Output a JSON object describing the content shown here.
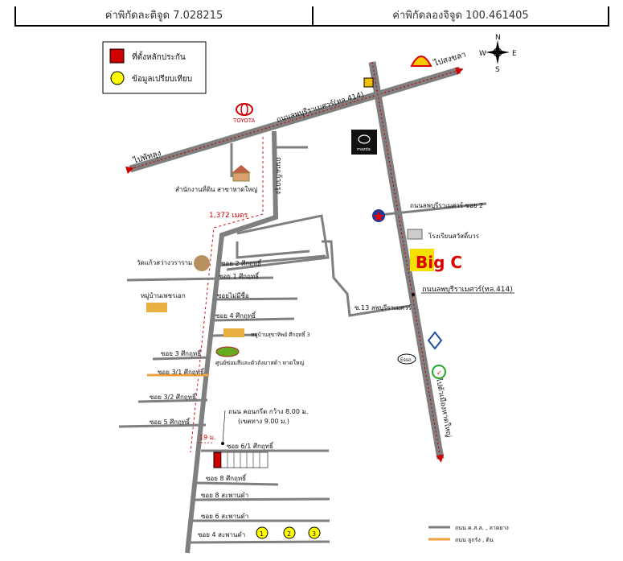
{
  "header": {
    "latitude": "ค่าพิกัดละติจูด 7.028215",
    "longitude": "ค่าพิกัดลองจิจูด 100.461405"
  },
  "legend": {
    "collateral": "ที่ตั้งหลักประกัน",
    "comparable": "ข้อมูลเปรียบเทียบ"
  },
  "compass": {
    "n": "N",
    "s": "S",
    "e": "E",
    "w": "W"
  },
  "roads": {
    "main414": "ถนนลพบุรีราเมศวร์(ทล.414)",
    "main414_east": "ถนนลพบุรีราเมศวร์(ทล.414)",
    "to_songkhla": "ไปสงขลา",
    "to_phatthalung": "ไปพัทลุง",
    "to_hatyai": "ไปตัวเมืองหาดใหญ่",
    "krue_road": "ถนนเก้ากรุง",
    "soi2_east": "ถนนลพบุรีราเมศวร์ ซอย 2",
    "soi13": "ซ.13 ลพบุรีราเมศวร์",
    "concrete_note1": "ถนน คอนกรีต กว้าง 8.00 ม.",
    "concrete_note2": "(เขตทาง 9.00 ม.)",
    "distance": "1,372 เมตร",
    "distance2": "19 ม."
  },
  "sois": [
    "ซอย 2 ศึกฤทธิ์",
    "ซอย 1 ศึกฤทธิ์",
    "ซอยไม่มีชื่อ",
    "ซอย 4 ศึกฤทธิ์",
    "ซอย 3 ศึกฤทธิ์",
    "ซอย 3/1 ศึกฤทธิ์",
    "ซอย 3/2 ศึกฤทธิ์",
    "ซอย 5 ศึกฤทธิ์",
    "ซอย 6/1 ศึกฤทธิ์",
    "ซอย 8 ศึกฤทธิ์",
    "ซอย 8 สะพานดำ",
    "ซอย 6 สะพานดำ",
    "ซอย 4 สะพานดำ"
  ],
  "places": {
    "land_office": "สำนักงานที่ดิน สาขาหาดใหญ่",
    "temple": "วัดแก้วสว่างวราราม",
    "village1": "หมู่บ้านเพชรเอก",
    "village2": "หมู่บ้านสุขาทิพย์ ศึกฤทธิ์ 3",
    "sport_center": "ศูนย์ซ่อมสีและตัวถังมาสด้า หาดใหญ่",
    "school": "โรงเรียนสวัสดิ์บวร",
    "toyota": "TOYOTA",
    "mazda": "mazda",
    "esso": "Esso",
    "bigc": "Big C"
  },
  "comparables": [
    "1",
    "2",
    "3"
  ],
  "map_legend": {
    "paved": "ถนน ค.ส.ล. , ลาดยาง",
    "dirt": "ถนน ลูกรัง , ดิน"
  },
  "colors": {
    "road": "#7f7f7f",
    "collateral": "#d00000",
    "comparable": "#ffff00",
    "dirt_road": "#f0a040",
    "dotted_route": "#d01010"
  }
}
